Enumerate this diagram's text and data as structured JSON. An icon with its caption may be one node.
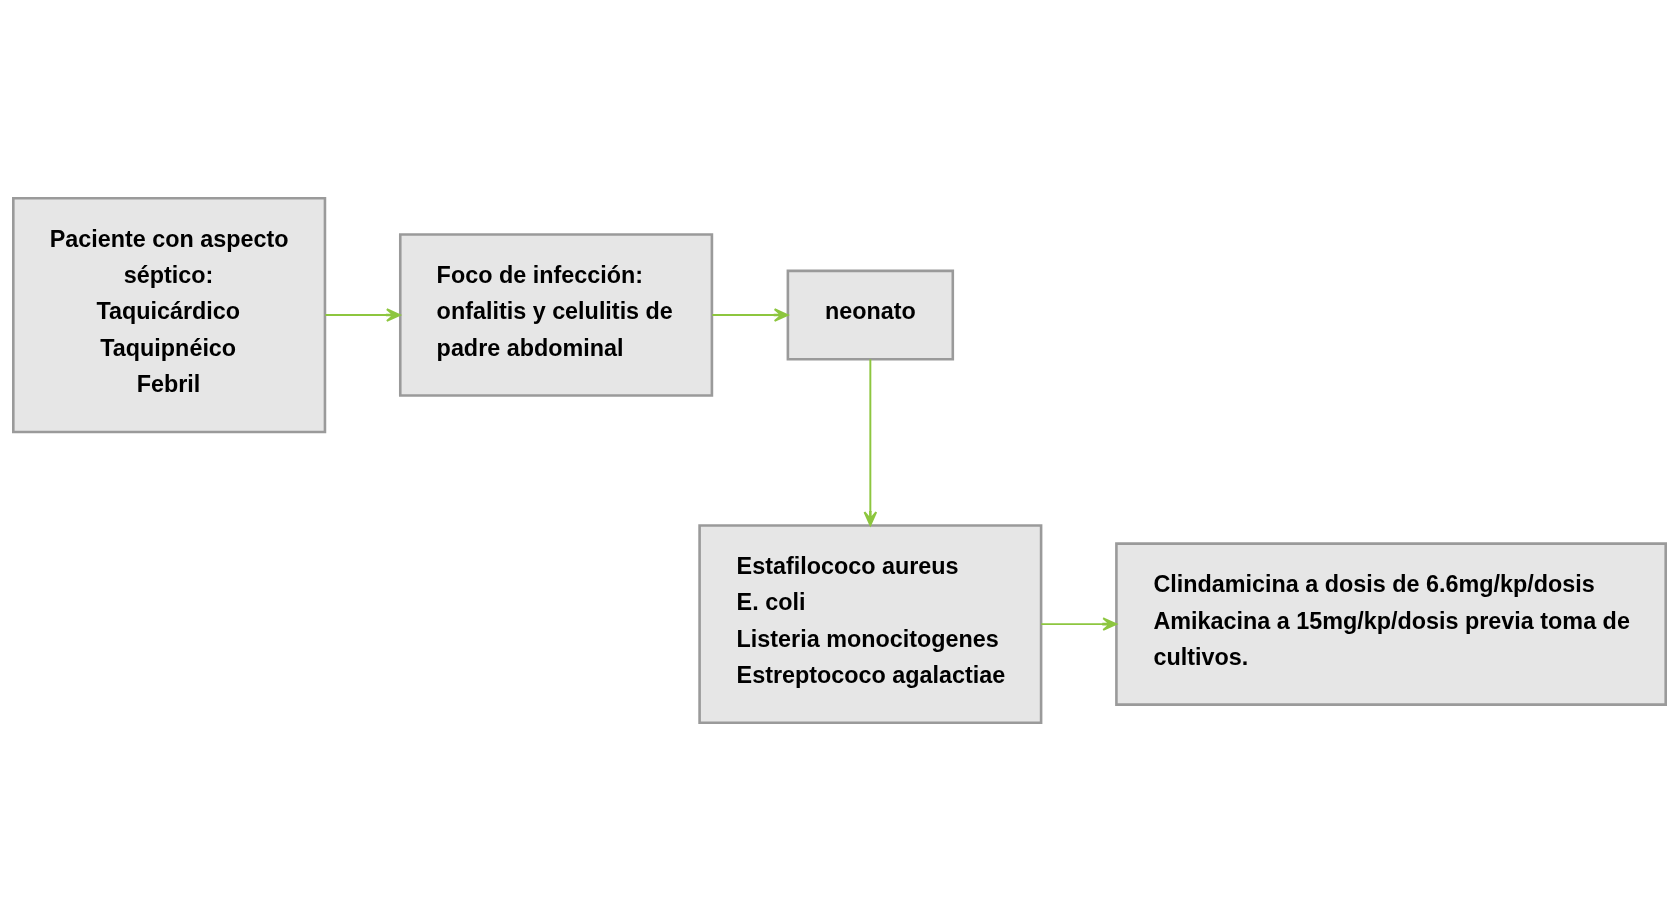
{
  "diagram": {
    "nodes": [
      {
        "text": [
          "Paciente con aspecto séptico:",
          "Taquicárdico",
          "Taquipnéico",
          "Febril"
        ]
      },
      {
        "text": [
          "Foco de infección: onfalitis y celulitis de padre abdominal"
        ]
      },
      {
        "text": [
          "neonato"
        ]
      },
      {
        "text": [
          "Estafilococo aureus",
          "E. coli",
          "Listeria monocitogenes",
          "Estreptococo agalactiae"
        ]
      },
      {
        "text": [
          "Clindamicina a dosis de 6.6mg/kp/dosis",
          "Amikacina a 15mg/kp/dosis previa toma de cultivos."
        ]
      }
    ],
    "edges": [
      {
        "from": 0,
        "to": 1,
        "arrow": "to"
      },
      {
        "from": 1,
        "to": 2,
        "arrow": "to"
      },
      {
        "from": 2,
        "to": 3,
        "arrow": "to"
      },
      {
        "from": 3,
        "to": 4,
        "arrow": "to"
      }
    ]
  }
}
